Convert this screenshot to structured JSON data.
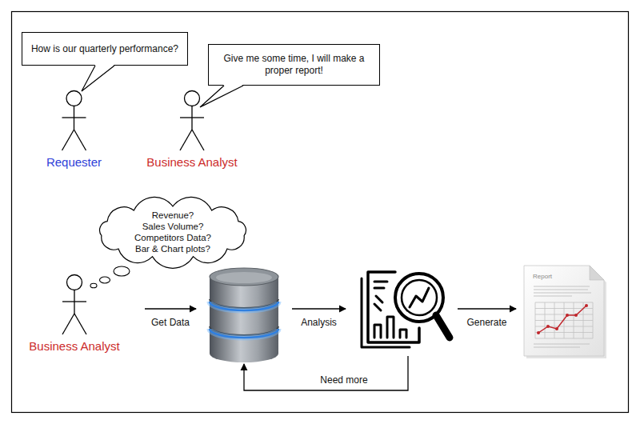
{
  "diagram": {
    "nodes": [
      {
        "text": [
          "How is our quarterly performance?"
        ]
      },
      {
        "text": [
          "Give me some time, I will make a proper report!"
        ]
      },
      {
        "text": [
          "Requester"
        ]
      },
      {
        "text": [
          "Business Analyst"
        ]
      },
      {
        "text": [
          "Revenue?",
          "Sales Volume?",
          "Competitors Data?",
          "Bar & Chart plots?"
        ]
      },
      {
        "text": [
          "Business Analyst"
        ]
      },
      {
        "text": []
      },
      {
        "text": []
      },
      {
        "text": [
          "Report"
        ]
      }
    ],
    "edges": [
      {
        "from": 5,
        "to": 6,
        "label": "Get Data",
        "arrow": "to"
      },
      {
        "from": 6,
        "to": 7,
        "label": "Analysis",
        "arrow": "to"
      },
      {
        "from": 7,
        "to": 8,
        "label": "Generate",
        "arrow": "to"
      },
      {
        "from": 7,
        "to": 6,
        "label": "Need more",
        "arrow": "to"
      }
    ]
  }
}
